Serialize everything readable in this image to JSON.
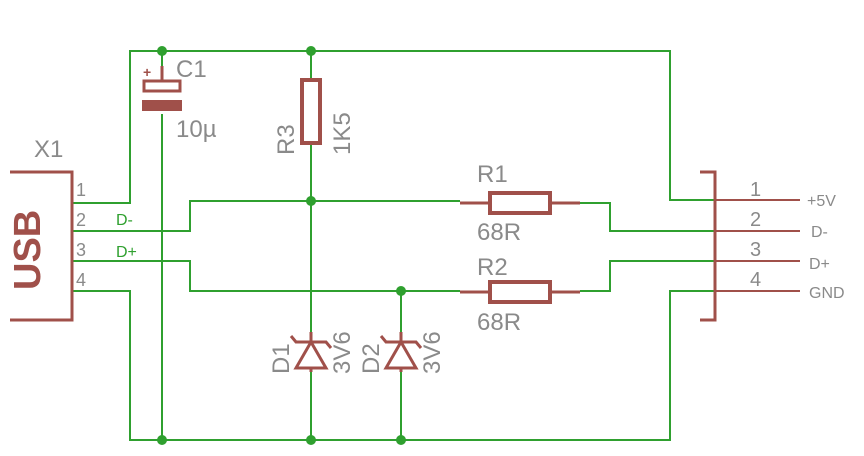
{
  "connector_left": {
    "name": "X1",
    "type_label": "USB",
    "pins": [
      "1",
      "2",
      "3",
      "4"
    ]
  },
  "connector_right": {
    "pins": [
      "1",
      "2",
      "3",
      "4"
    ],
    "signals": [
      "+5V",
      "D-",
      "D+",
      "GND"
    ]
  },
  "nets": {
    "dminus": "D-",
    "dplus": "D+"
  },
  "components": {
    "c1": {
      "name": "C1",
      "value": "10µ",
      "polarity": "+"
    },
    "r3": {
      "name": "R3",
      "value": "1K5"
    },
    "r1": {
      "name": "R1",
      "value": "68R"
    },
    "r2": {
      "name": "R2",
      "value": "68R"
    },
    "d1": {
      "name": "D1",
      "value": "3V6"
    },
    "d2": {
      "name": "D2",
      "value": "3V6"
    }
  },
  "colors": {
    "wire": "#2fa02f",
    "part": "#a0504a",
    "label": "#8a8a8a",
    "background": "#ffffff"
  }
}
